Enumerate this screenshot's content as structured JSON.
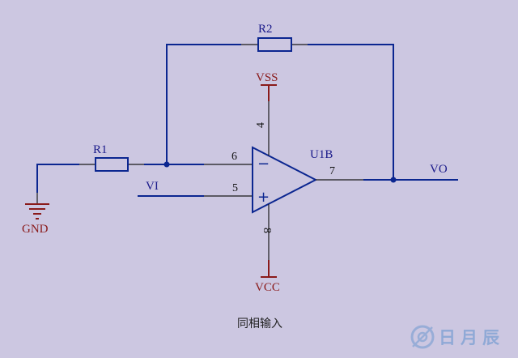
{
  "labels": {
    "r2": "R2",
    "r1": "R1",
    "vss": "VSS",
    "vcc": "VCC",
    "gnd": "GND",
    "u1b": "U1B",
    "vi": "VI",
    "vo": "VO",
    "pin4": "4",
    "pin8": "8",
    "pin6": "6",
    "pin5": "5",
    "pin7": "7",
    "minus": "−",
    "plus": "+"
  },
  "caption": "同相输入",
  "watermark": "日月辰",
  "colors": {
    "background": "#ccc7e1",
    "wire": "#0b2690",
    "power_label": "#8a1a1a"
  }
}
